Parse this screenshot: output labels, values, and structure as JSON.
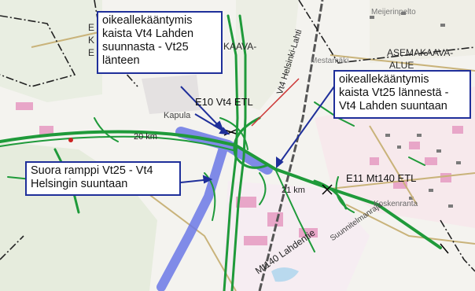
{
  "map_labels": {
    "asemakaava_a": "ASEMAKAAVA-",
    "asemakaava_b": "ALUE",
    "kaava_fragment": "KAAVA-",
    "meijerinpelto": "Meijerinpelto",
    "mestamaki": "Mestamäki",
    "kapula": "Kapula",
    "koskenranta": "Koskenranta",
    "suunnitelmanraja": "Suunnitelmanraja",
    "left_edge_1": "E",
    "left_edge_2": "K",
    "left_edge_3": "E"
  },
  "road_labels": {
    "vt4_helsinki_lahti": "Vt4 Helsinki-Lahti",
    "speed_20": "20 km",
    "speed_21": "21 km",
    "mt140_lahdentie": "Mt140 Lahdentie"
  },
  "milestones": {
    "e10": "E10 Vt4 ETL",
    "e11": "E11 Mt140 ETL"
  },
  "callouts": {
    "top_left": {
      "line1": "oikeallekääntymis",
      "line2": "kaista Vt4 Lahden",
      "line3": "suunnasta - Vt25",
      "line4": "länteen"
    },
    "top_right": {
      "line1": "oikeallekääntymis",
      "line2": "kaista Vt25 lännestä -",
      "line3": "Vt4 Lahden suuntaan"
    },
    "left": {
      "line1": "Suora ramppi Vt25 - Vt4",
      "line2": "Helsingin suuntaan"
    }
  },
  "colors": {
    "road_green": "#1f9a3a",
    "highlight_blue": "#6b78e6",
    "callout_border": "#1f2f9a",
    "arrow_blue": "#1f2f9a",
    "boundary": "#222222"
  }
}
